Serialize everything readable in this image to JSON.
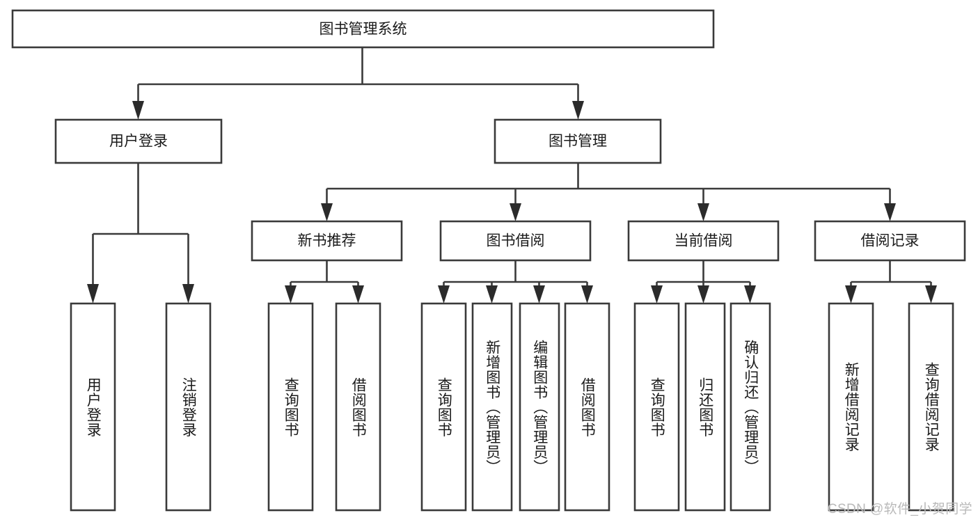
{
  "diagram": {
    "title": "图书管理系统",
    "type": "tree",
    "watermark": "CSDN @软件_小贺同学",
    "root": {
      "id": "root",
      "label": "图书管理系统",
      "orientation": "horizontal"
    },
    "level2": [
      {
        "id": "user-login",
        "label": "用户登录",
        "orientation": "horizontal"
      },
      {
        "id": "book-manage",
        "label": "图书管理",
        "orientation": "horizontal"
      }
    ],
    "level3": [
      {
        "id": "new-book-recommend",
        "label": "新书推荐",
        "parent": "book-manage",
        "orientation": "horizontal"
      },
      {
        "id": "book-borrow",
        "label": "图书借阅",
        "parent": "book-manage",
        "orientation": "horizontal"
      },
      {
        "id": "current-borrow",
        "label": "当前借阅",
        "parent": "book-manage",
        "orientation": "horizontal"
      },
      {
        "id": "borrow-record",
        "label": "借阅记录",
        "parent": "book-manage",
        "orientation": "horizontal"
      }
    ],
    "leaves": [
      {
        "id": "leaf-user-login",
        "label": "用户登录",
        "parent": "user-login",
        "orientation": "vertical"
      },
      {
        "id": "leaf-user-logout",
        "label": "注销登录",
        "parent": "user-login",
        "orientation": "vertical"
      },
      {
        "id": "leaf-query-book-1",
        "label": "查询图书",
        "parent": "new-book-recommend",
        "orientation": "vertical"
      },
      {
        "id": "leaf-borrow-book-1",
        "label": "借阅图书",
        "parent": "new-book-recommend",
        "orientation": "vertical"
      },
      {
        "id": "leaf-query-book-2",
        "label": "查询图书",
        "parent": "book-borrow",
        "orientation": "vertical"
      },
      {
        "id": "leaf-add-book",
        "label": "新增图书（管理员）",
        "parent": "book-borrow",
        "orientation": "vertical"
      },
      {
        "id": "leaf-edit-book",
        "label": "编辑图书（管理员）",
        "parent": "book-borrow",
        "orientation": "vertical"
      },
      {
        "id": "leaf-borrow-book-2",
        "label": "借阅图书",
        "parent": "book-borrow",
        "orientation": "vertical"
      },
      {
        "id": "leaf-query-book-3",
        "label": "查询图书",
        "parent": "current-borrow",
        "orientation": "vertical"
      },
      {
        "id": "leaf-return-book",
        "label": "归还图书",
        "parent": "current-borrow",
        "orientation": "vertical"
      },
      {
        "id": "leaf-confirm-return",
        "label": "确认归还（管理员）",
        "parent": "current-borrow",
        "orientation": "vertical"
      },
      {
        "id": "leaf-add-record",
        "label": "新增借阅记录",
        "parent": "borrow-record",
        "orientation": "vertical"
      },
      {
        "id": "leaf-query-record",
        "label": "查询借阅记录",
        "parent": "borrow-record",
        "orientation": "vertical"
      }
    ],
    "colors": {
      "box_stroke": "#3a3a3a",
      "box_fill": "#ffffff",
      "connector": "#3a3a3a",
      "text": "#1a1a1a",
      "watermark": "#b9b9b9",
      "background": "#ffffff"
    }
  }
}
